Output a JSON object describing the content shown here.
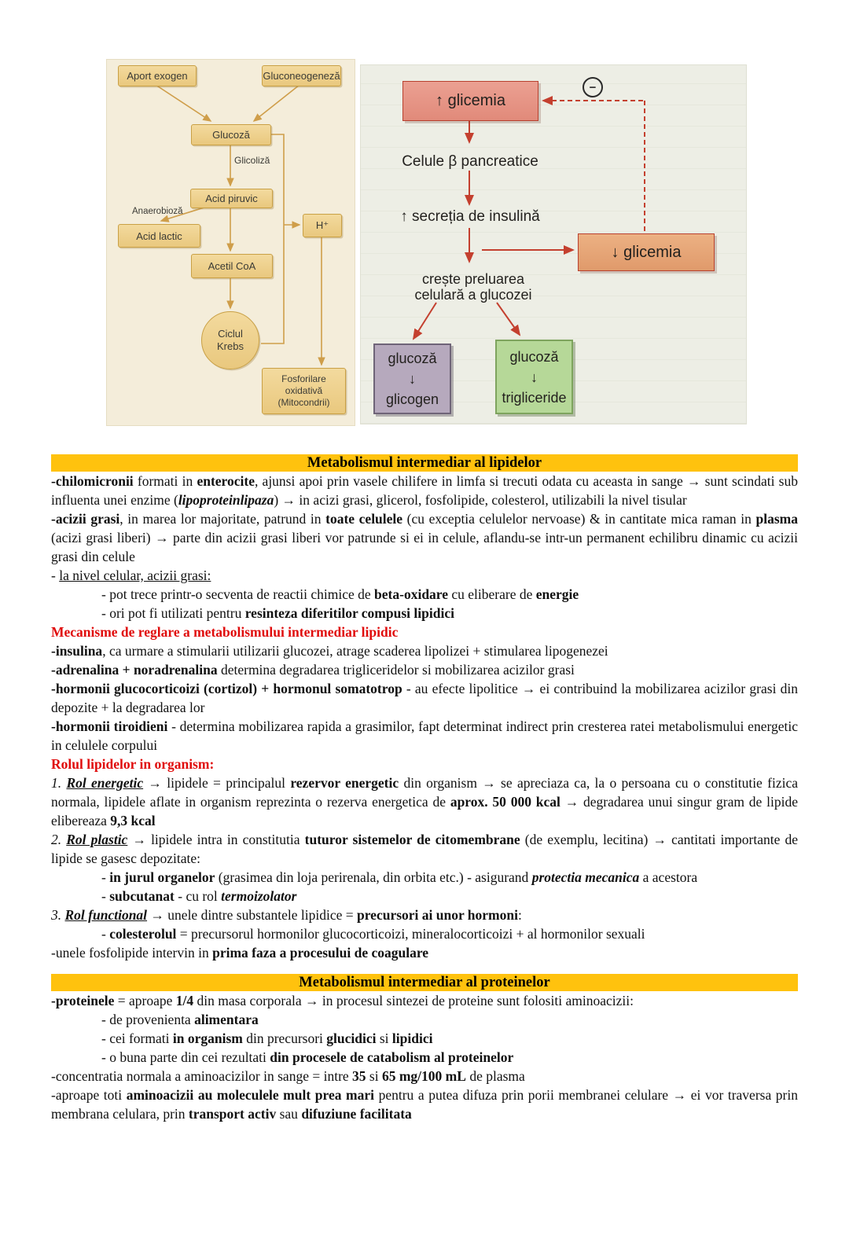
{
  "diagram": {
    "left": {
      "aport": "Aport exogen",
      "gluconeogeneza": "Gluconeogeneză",
      "glucoza": "Glucoză",
      "glicoliza": "Glicoliză",
      "acid_piruvic": "Acid piruvic",
      "anaerobioza": "Anaerobioză",
      "acid_lactic": "Acid lactic",
      "h_plus": "H⁺",
      "acetil_coa": "Acetil CoA",
      "ciclul_krebs": "Ciclul\nKrebs",
      "fosforilare": "Fosforilare\noxidativă\n(Mitocondrii)"
    },
    "right": {
      "glicemia_up": "↑ glicemia",
      "minus": "−",
      "celule_beta": "Celule β pancreatice",
      "secretia": "↑ secreția de insulină",
      "glicemia_down": "↓ glicemia",
      "creste": "crește preluarea\ncelulară a glucozei",
      "glicogen_box": "glucoză\n↓\nglicogen",
      "trigliceride_box": "glucoză\n↓\ntrigliceride"
    }
  },
  "lipids": {
    "header": "Metabolismul intermediar al lipidelor",
    "paragraphs": [
      {
        "segs": [
          {
            "t": "-chilomicronii",
            "s": "b"
          },
          {
            "t": " formati in "
          },
          {
            "t": "enterocite",
            "s": "b"
          },
          {
            "t": ", ajunsi apoi prin vasele chilifere in limfa si trecuti odata cu aceasta in sange → sunt scindati sub influenta unei enzime ("
          },
          {
            "t": "lipoproteinlipaza",
            "s": "bi"
          },
          {
            "t": ") → in acizi grasi, glicerol, fosfolipide, colesterol, utilizabili la nivel tisular"
          }
        ]
      },
      {
        "segs": [
          {
            "t": "-acizii grasi",
            "s": "b"
          },
          {
            "t": ", in marea lor majoritate, patrund in "
          },
          {
            "t": "toate celulele",
            "s": "b"
          },
          {
            "t": " (cu exceptia celulelor nervoase) & in cantitate mica raman in "
          },
          {
            "t": "plasma",
            "s": "b"
          },
          {
            "t": " (acizi grasi liberi) → parte din acizii grasi liberi vor patrunde si ei in celule, aflandu-se intr-un permanent echilibru dinamic cu acizii grasi din celule"
          }
        ]
      },
      {
        "segs": [
          {
            "t": "- "
          },
          {
            "t": "la nivel celular, acizii grasi:",
            "s": "u"
          }
        ]
      },
      {
        "ind": true,
        "segs": [
          {
            "t": "- pot trece printr-o secventa de reactii chimice de "
          },
          {
            "t": "beta-oxidare",
            "s": "b"
          },
          {
            "t": " cu eliberare de "
          },
          {
            "t": "energie",
            "s": "b"
          }
        ]
      },
      {
        "ind": true,
        "segs": [
          {
            "t": "- ori pot fi utilizati pentru "
          },
          {
            "t": "resinteza diferitilor compusi lipidici",
            "s": "b"
          }
        ]
      },
      {
        "segs": [
          {
            "t": "Mecanisme de reglare a metabolismului intermediar lipidic",
            "s": "red"
          }
        ]
      },
      {
        "segs": [
          {
            "t": "-insulina",
            "s": "b"
          },
          {
            "t": ", ca urmare a stimularii utilizarii glucozei, atrage scaderea lipolizei + stimularea lipogenezei"
          }
        ]
      },
      {
        "segs": [
          {
            "t": "-adrenalina + noradrenalina",
            "s": "b"
          },
          {
            "t": " determina degradarea trigliceridelor si mobilizarea acizilor grasi"
          }
        ]
      },
      {
        "segs": [
          {
            "t": "-hormonii glucocorticoizi (cortizol) + hormonul somatotrop",
            "s": "b"
          },
          {
            "t": " - au efecte lipolitice → ei contribuind la mobilizarea acizilor grasi din depozite + la degradarea lor"
          }
        ]
      },
      {
        "segs": [
          {
            "t": "-hormonii tiroidieni",
            "s": "b"
          },
          {
            "t": " - determina mobilizarea rapida a grasimilor, fapt determinat indirect prin cresterea ratei metabolismului energetic in celulele corpului"
          }
        ]
      },
      {
        "segs": [
          {
            "t": "Rolul lipidelor in organism:",
            "s": "red"
          }
        ]
      },
      {
        "segs": [
          {
            "t": "1. ",
            "s": "i"
          },
          {
            "t": "Rol energetic",
            "s": "biu"
          },
          {
            "t": " → lipidele = principalul "
          },
          {
            "t": "rezervor energetic",
            "s": "b"
          },
          {
            "t": " din organism → se apreciaza ca, la o persoana cu o constitutie fizica normala, lipidele aflate in organism reprezinta o rezerva energetica de "
          },
          {
            "t": "aprox. 50 000 kcal",
            "s": "b"
          },
          {
            "t": " → degradarea unui singur gram de lipide elibereaza "
          },
          {
            "t": "9,3 kcal",
            "s": "b"
          }
        ]
      },
      {
        "segs": [
          {
            "t": "2. ",
            "s": "i"
          },
          {
            "t": "Rol plastic",
            "s": "biu"
          },
          {
            "t": " → lipidele intra in constitutia "
          },
          {
            "t": "tuturor sistemelor de citomembrane",
            "s": "b"
          },
          {
            "t": " (de exemplu, lecitina) → cantitati importante de lipide se gasesc depozitate:"
          }
        ]
      },
      {
        "ind": true,
        "segs": [
          {
            "t": "- "
          },
          {
            "t": "in jurul organelor",
            "s": "b"
          },
          {
            "t": " (grasimea din loja perirenala, din orbita etc.) - asigurand "
          },
          {
            "t": "protectia mecanica",
            "s": "bi"
          },
          {
            "t": " a acestora"
          }
        ]
      },
      {
        "ind": true,
        "segs": [
          {
            "t": "- "
          },
          {
            "t": "subcutanat",
            "s": "b"
          },
          {
            "t": " - cu rol "
          },
          {
            "t": "termoizolator",
            "s": "bi"
          }
        ]
      },
      {
        "segs": [
          {
            "t": "3. ",
            "s": "i"
          },
          {
            "t": "Rol functional",
            "s": "biu"
          },
          {
            "t": " → unele dintre substantele lipidice = "
          },
          {
            "t": "precursori ai unor hormoni",
            "s": "b"
          },
          {
            "t": ":"
          }
        ]
      },
      {
        "ind": true,
        "segs": [
          {
            "t": "- "
          },
          {
            "t": "colesterolul",
            "s": "b"
          },
          {
            "t": " = precursorul hormonilor glucocorticoizi, mineralocorticoizi + al hormonilor sexuali"
          }
        ]
      },
      {
        "segs": [
          {
            "t": "-unele fosfolipide intervin in "
          },
          {
            "t": "prima faza a procesului de coagulare",
            "s": "b"
          }
        ]
      }
    ]
  },
  "proteins": {
    "header": "Metabolismul intermediar al proteinelor",
    "paragraphs": [
      {
        "segs": [
          {
            "t": "-proteinele",
            "s": "b"
          },
          {
            "t": " = aproape "
          },
          {
            "t": "1/4",
            "s": "b"
          },
          {
            "t": " din masa corporala → in procesul sintezei de proteine sunt folositi aminoacizii:"
          }
        ]
      },
      {
        "ind": true,
        "segs": [
          {
            "t": "- de provenienta "
          },
          {
            "t": "alimentara",
            "s": "b"
          }
        ]
      },
      {
        "ind": true,
        "segs": [
          {
            "t": "- cei formati "
          },
          {
            "t": "in organism",
            "s": "b"
          },
          {
            "t": " din precursori "
          },
          {
            "t": "glucidici",
            "s": "b"
          },
          {
            "t": " si "
          },
          {
            "t": "lipidici",
            "s": "b"
          }
        ]
      },
      {
        "ind": true,
        "segs": [
          {
            "t": "- o buna parte din cei rezultati "
          },
          {
            "t": "din procesele de catabolism al proteinelor",
            "s": "b"
          }
        ]
      },
      {
        "segs": [
          {
            "t": "-concentratia normala a aminoacizilor in sange = intre "
          },
          {
            "t": "35",
            "s": "b"
          },
          {
            "t": " si "
          },
          {
            "t": "65 mg/100 mL",
            "s": "b"
          },
          {
            "t": " de plasma"
          }
        ]
      },
      {
        "segs": [
          {
            "t": "-aproape toti "
          },
          {
            "t": "aminoacizii au moleculele mult prea mari",
            "s": "b"
          },
          {
            "t": " pentru a putea difuza prin porii membranei celulare → ei vor traversa prin membrana celulara, prin "
          },
          {
            "t": "transport activ",
            "s": "b"
          },
          {
            "t": " sau "
          },
          {
            "t": "difuziune facilitata",
            "s": "b"
          }
        ]
      }
    ]
  }
}
